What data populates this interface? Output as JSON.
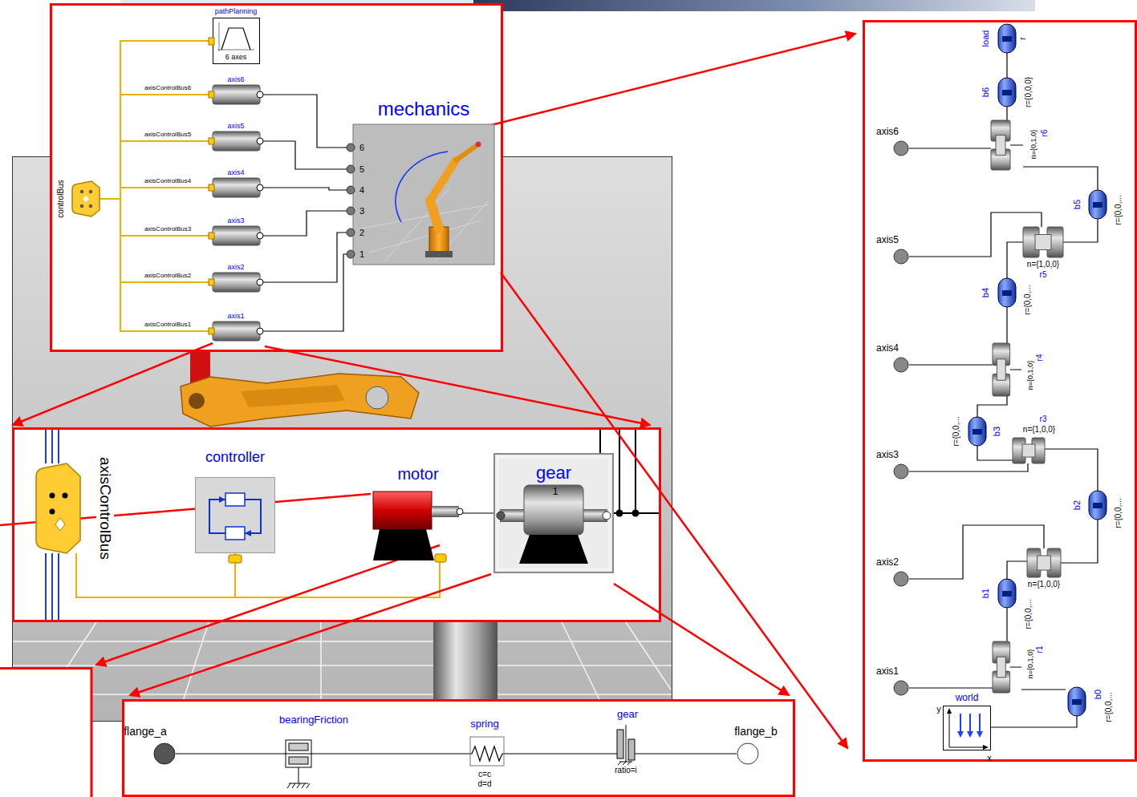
{
  "diagram": {
    "nodes": [
      {
        "text": [
          "pathPlanning",
          "6 axes"
        ]
      },
      {
        "text": [
          "axis6"
        ]
      },
      {
        "text": [
          "axis5"
        ]
      },
      {
        "text": [
          "axis4"
        ]
      },
      {
        "text": [
          "axis3"
        ]
      },
      {
        "text": [
          "axis2"
        ]
      },
      {
        "text": [
          "axis1"
        ]
      },
      {
        "text": [
          "controlBus"
        ]
      },
      {
        "text": [
          "mechanics"
        ]
      },
      {
        "text": [
          "axisControlBus"
        ]
      },
      {
        "text": [
          "controller"
        ]
      },
      {
        "text": [
          "motor"
        ]
      },
      {
        "text": [
          "gear",
          "1"
        ]
      },
      {
        "text": [
          "load",
          "r"
        ]
      },
      {
        "text": [
          "b6",
          "r={0,0,0}"
        ]
      },
      {
        "text": [
          "axis6"
        ]
      },
      {
        "text": [
          "r6",
          "n={0,1,0}"
        ]
      },
      {
        "text": [
          "b5",
          "r={0,0,..."
        ]
      },
      {
        "text": [
          "axis5"
        ]
      },
      {
        "text": [
          "n={1,0,0}",
          "r5"
        ]
      },
      {
        "text": [
          "b4",
          "r={0,0,..."
        ]
      },
      {
        "text": [
          "axis4"
        ]
      },
      {
        "text": [
          "r4",
          "n={0,1,0}"
        ]
      },
      {
        "text": [
          "b3",
          "r={0,0,..."
        ]
      },
      {
        "text": [
          "r3",
          "n={1,0,0}"
        ]
      },
      {
        "text": [
          "axis3"
        ]
      },
      {
        "text": [
          "b2",
          "r={0,0,..."
        ]
      },
      {
        "text": [
          "axis2"
        ]
      },
      {
        "text": [
          "n={1,0,0}"
        ]
      },
      {
        "text": [
          "b1",
          "r={0,0,..."
        ]
      },
      {
        "text": [
          "axis1"
        ]
      },
      {
        "text": [
          "r1",
          "n={0,1,0}"
        ]
      },
      {
        "text": [
          "b0",
          "r={0,0,..."
        ]
      },
      {
        "text": [
          "world"
        ]
      },
      {
        "text": [
          "flange_a"
        ]
      },
      {
        "text": [
          "bearingFriction"
        ]
      },
      {
        "text": [
          "spring",
          "c=c d=d"
        ]
      },
      {
        "text": [
          "gear",
          "ratio=i"
        ]
      },
      {
        "text": [
          "flange_b"
        ]
      }
    ],
    "edges": [
      {
        "from": 7,
        "to": 0,
        "arrow": "none"
      },
      {
        "from": 7,
        "to": 1,
        "label": "axisControlBus6",
        "arrow": "none"
      },
      {
        "from": 7,
        "to": 2,
        "label": "axisControlBus5",
        "arrow": "none"
      },
      {
        "from": 7,
        "to": 3,
        "label": "axisControlBus4",
        "arrow": "none"
      },
      {
        "from": 7,
        "to": 4,
        "label": "axisControlBus3",
        "arrow": "none"
      },
      {
        "from": 7,
        "to": 5,
        "label": "axisControlBus2",
        "arrow": "none"
      },
      {
        "from": 7,
        "to": 6,
        "label": "axisControlBus1",
        "arrow": "none"
      },
      {
        "from": 1,
        "to": 8,
        "arrow": "none"
      },
      {
        "from": 2,
        "to": 8,
        "arrow": "none"
      },
      {
        "from": 3,
        "to": 8,
        "arrow": "none"
      },
      {
        "from": 4,
        "to": 8,
        "arrow": "none"
      },
      {
        "from": 5,
        "to": 8,
        "arrow": "none"
      },
      {
        "from": 6,
        "to": 8,
        "arrow": "none"
      },
      {
        "from": 9,
        "to": 10,
        "arrow": "none"
      },
      {
        "from": 9,
        "to": 11,
        "arrow": "none"
      },
      {
        "from": 11,
        "to": 12,
        "arrow": "none"
      },
      {
        "from": 33,
        "to": 32,
        "arrow": "none"
      },
      {
        "from": 32,
        "to": 31,
        "arrow": "none"
      },
      {
        "from": 31,
        "to": 29,
        "arrow": "none"
      },
      {
        "from": 29,
        "to": 28,
        "arrow": "none"
      },
      {
        "from": 28,
        "to": 26,
        "arrow": "none"
      },
      {
        "from": 26,
        "to": 24,
        "arrow": "none"
      },
      {
        "from": 24,
        "to": 23,
        "arrow": "none"
      },
      {
        "from": 23,
        "to": 22,
        "arrow": "none"
      },
      {
        "from": 22,
        "to": 20,
        "arrow": "none"
      },
      {
        "from": 20,
        "to": 19,
        "arrow": "none"
      },
      {
        "from": 19,
        "to": 17,
        "arrow": "none"
      },
      {
        "from": 17,
        "to": 16,
        "arrow": "none"
      },
      {
        "from": 16,
        "to": 14,
        "arrow": "none"
      },
      {
        "from": 14,
        "to": 13,
        "arrow": "none"
      },
      {
        "from": 30,
        "to": 31,
        "arrow": "none"
      },
      {
        "from": 27,
        "to": 28,
        "arrow": "none"
      },
      {
        "from": 25,
        "to": 24,
        "arrow": "none"
      },
      {
        "from": 21,
        "to": 22,
        "arrow": "none"
      },
      {
        "from": 18,
        "to": 19,
        "arrow": "none"
      },
      {
        "from": 15,
        "to": 16,
        "arrow": "none"
      },
      {
        "from": 34,
        "to": 35,
        "arrow": "none"
      },
      {
        "from": 35,
        "to": 36,
        "arrow": "none"
      },
      {
        "from": 36,
        "to": 37,
        "arrow": "none"
      },
      {
        "from": 37,
        "to": 38,
        "arrow": "none"
      }
    ],
    "labels": [
      "6",
      "5",
      "4",
      "3",
      "2",
      "1",
      "y",
      "x"
    ]
  }
}
